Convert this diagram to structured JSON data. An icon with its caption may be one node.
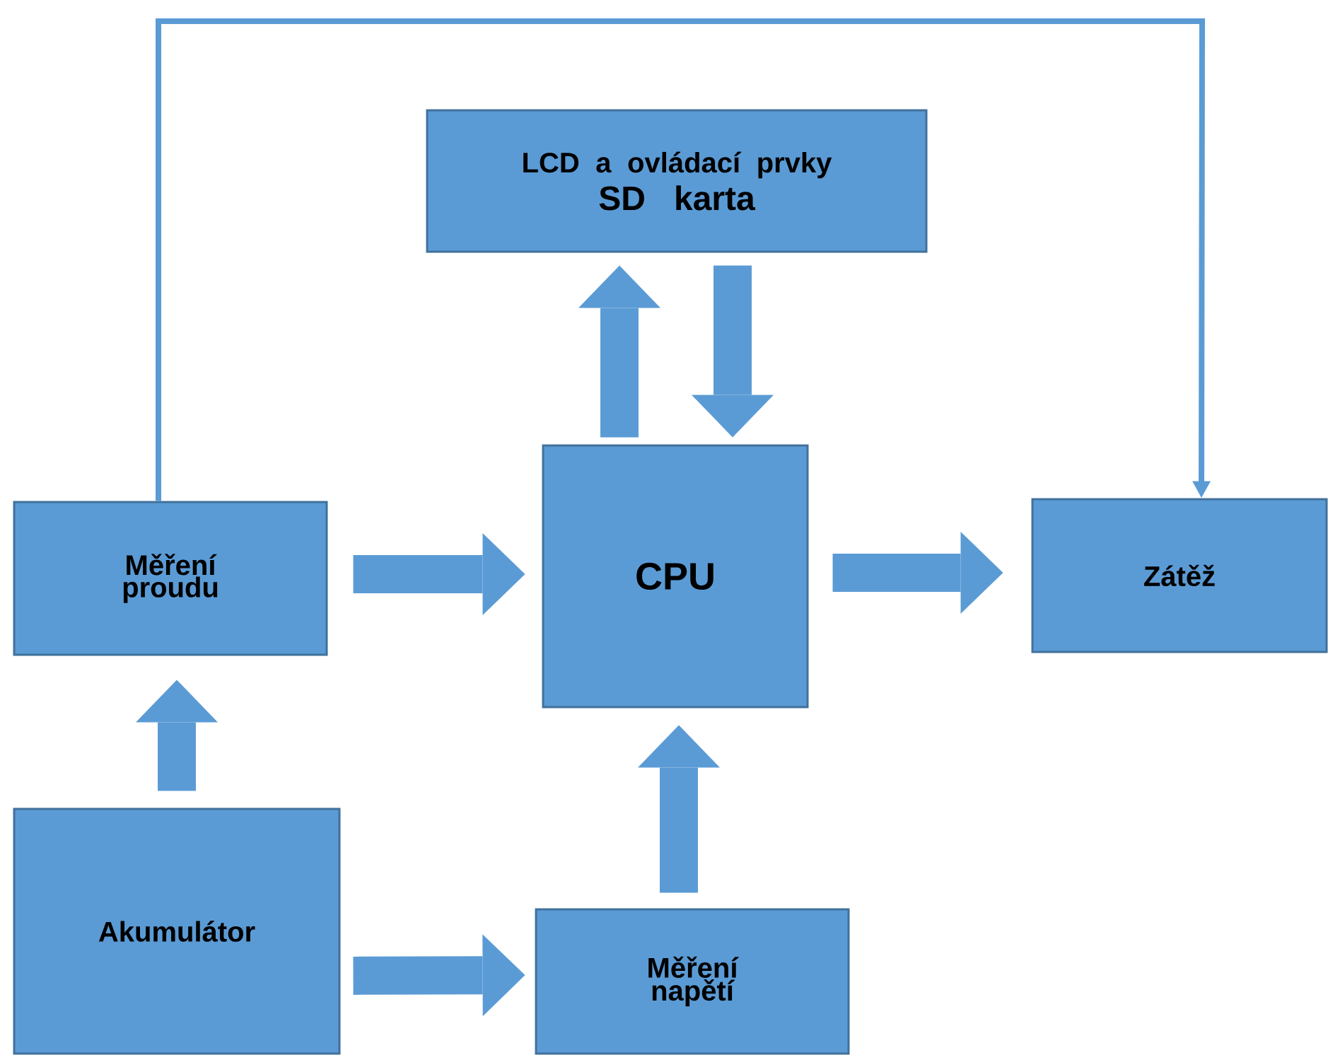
{
  "diagram": {
    "nodes": [
      {
        "text": [
          "LCD a ovládací prvky",
          "SD karta"
        ]
      },
      {
        "text": [
          "Měření proudu"
        ]
      },
      {
        "text": [
          "CPU"
        ]
      },
      {
        "text": [
          "Zátěž"
        ]
      },
      {
        "text": [
          "Akumulátor"
        ]
      },
      {
        "text": [
          "Měření napětí"
        ]
      }
    ],
    "edges": [
      {
        "from": 2,
        "to": 0,
        "arrow": "to"
      },
      {
        "from": 0,
        "to": 2,
        "arrow": "to"
      },
      {
        "from": 1,
        "to": 2,
        "arrow": "to"
      },
      {
        "from": 2,
        "to": 3,
        "arrow": "to"
      },
      {
        "from": 4,
        "to": 1,
        "arrow": "to"
      },
      {
        "from": 4,
        "to": 5,
        "arrow": "to"
      },
      {
        "from": 5,
        "to": 2,
        "arrow": "to"
      },
      {
        "from": 1,
        "to": 3,
        "arrow": "to"
      }
    ]
  }
}
